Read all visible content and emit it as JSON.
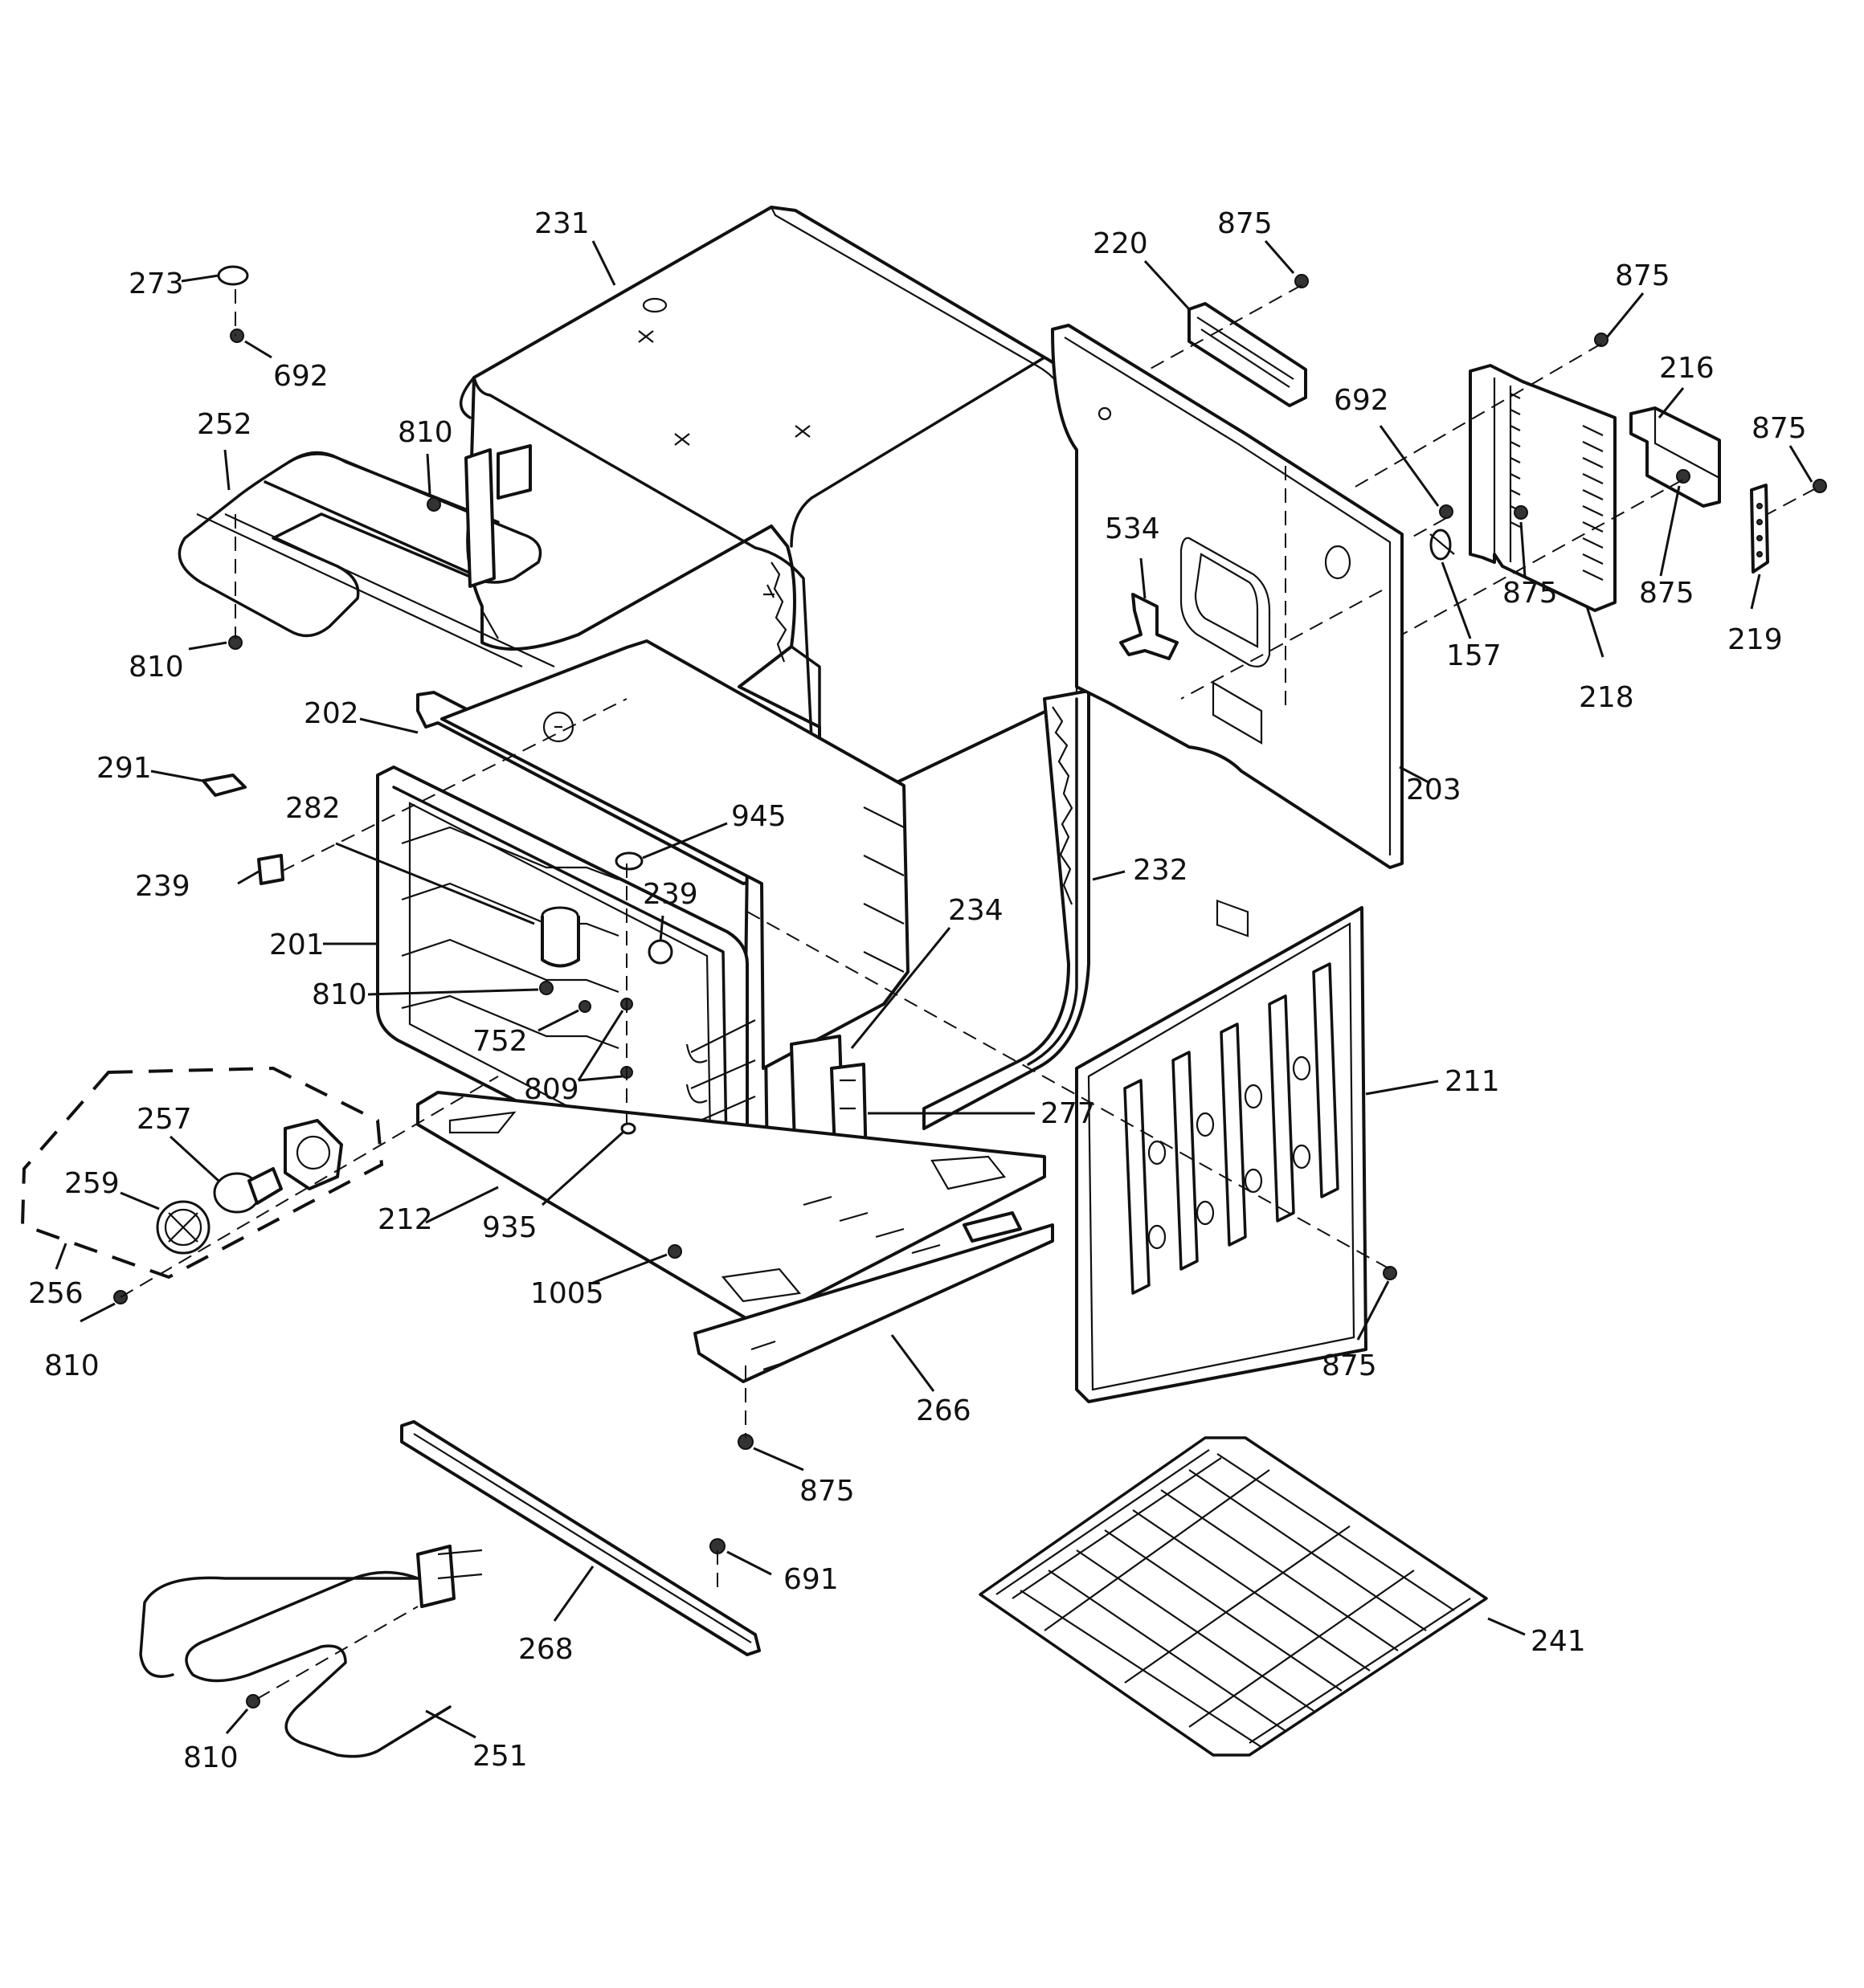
{
  "diagram": {
    "callouts": [
      {
        "id": "273",
        "text": "273"
      },
      {
        "id": "692a",
        "text": "692"
      },
      {
        "id": "231",
        "text": "231"
      },
      {
        "id": "220",
        "text": "220"
      },
      {
        "id": "875a",
        "text": "875"
      },
      {
        "id": "875b",
        "text": "875"
      },
      {
        "id": "216",
        "text": "216"
      },
      {
        "id": "692b",
        "text": "692"
      },
      {
        "id": "875c",
        "text": "875"
      },
      {
        "id": "252",
        "text": "252"
      },
      {
        "id": "810a",
        "text": "810"
      },
      {
        "id": "534",
        "text": "534"
      },
      {
        "id": "875d",
        "text": "875"
      },
      {
        "id": "875e",
        "text": "875"
      },
      {
        "id": "157",
        "text": "157"
      },
      {
        "id": "219",
        "text": "219"
      },
      {
        "id": "218",
        "text": "218"
      },
      {
        "id": "810b",
        "text": "810"
      },
      {
        "id": "202",
        "text": "202"
      },
      {
        "id": "291",
        "text": "291"
      },
      {
        "id": "203",
        "text": "203"
      },
      {
        "id": "282",
        "text": "282"
      },
      {
        "id": "945",
        "text": "945"
      },
      {
        "id": "232",
        "text": "232"
      },
      {
        "id": "239a",
        "text": "239"
      },
      {
        "id": "239b",
        "text": "239"
      },
      {
        "id": "234",
        "text": "234"
      },
      {
        "id": "201",
        "text": "201"
      },
      {
        "id": "810c",
        "text": "810"
      },
      {
        "id": "752",
        "text": "752"
      },
      {
        "id": "211",
        "text": "211"
      },
      {
        "id": "809",
        "text": "809"
      },
      {
        "id": "277",
        "text": "277"
      },
      {
        "id": "257",
        "text": "257"
      },
      {
        "id": "259",
        "text": "259"
      },
      {
        "id": "212",
        "text": "212"
      },
      {
        "id": "935",
        "text": "935"
      },
      {
        "id": "1005",
        "text": "1005"
      },
      {
        "id": "256",
        "text": "256"
      },
      {
        "id": "875f",
        "text": "875"
      },
      {
        "id": "810d",
        "text": "810"
      },
      {
        "id": "266",
        "text": "266"
      },
      {
        "id": "875g",
        "text": "875"
      },
      {
        "id": "691",
        "text": "691"
      },
      {
        "id": "241",
        "text": "241"
      },
      {
        "id": "268",
        "text": "268"
      },
      {
        "id": "810e",
        "text": "810"
      },
      {
        "id": "251",
        "text": "251"
      }
    ]
  }
}
